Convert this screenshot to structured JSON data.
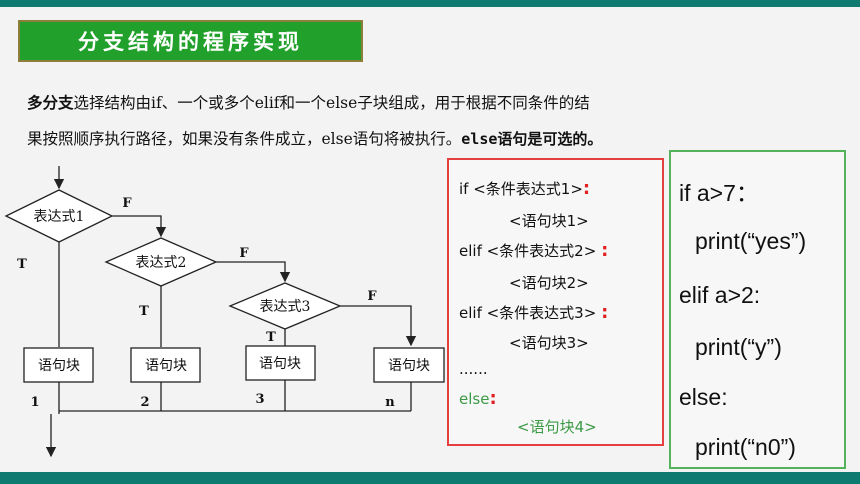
{
  "title": "分支结构的程序实现",
  "intro": {
    "bold_lead": "多分支",
    "line1_rest": "选择结构由if、一个或多个elif和一个else子块组成，用于根据不同条件的结",
    "line2": "果按照顺序执行路径，如果没有条件成立，else语句将被执行。",
    "line2_bold": "else语句是可选的。"
  },
  "flowchart": {
    "conditions": [
      "表达式1",
      "表达式2",
      "表达式3"
    ],
    "blocks": [
      "语句块",
      "语句块",
      "语句块",
      "语句块"
    ],
    "block_numbers": [
      "1",
      "2",
      "3",
      "n"
    ],
    "true_label": "T",
    "false_label": "F"
  },
  "syntax": {
    "if_line": "if <条件表达式1>",
    "block1": "<语句块1>",
    "elif1_line": "elif  <条件表达式2>",
    "block2": "<语句块2>",
    "elif2_line": "elif  <条件表达式3>",
    "block3": "<语句块3>",
    "ellipsis": "......",
    "else_line": "else",
    "block4": "<语句块4>",
    "colon": ":"
  },
  "example": {
    "line1": "if a>7：",
    "line2": "print(“yes”)",
    "line3": "elif a>2:",
    "line4": "print(“y”)",
    "line5": "else:",
    "line6": "print(“n0”)"
  },
  "colors": {
    "title_bg": "#21a12b",
    "accent_bar": "#0f7a70",
    "syntax_border": "#e53e3e",
    "example_border": "#54b25a",
    "else_green": "#3c9a46",
    "colon_red": "#e02020"
  }
}
